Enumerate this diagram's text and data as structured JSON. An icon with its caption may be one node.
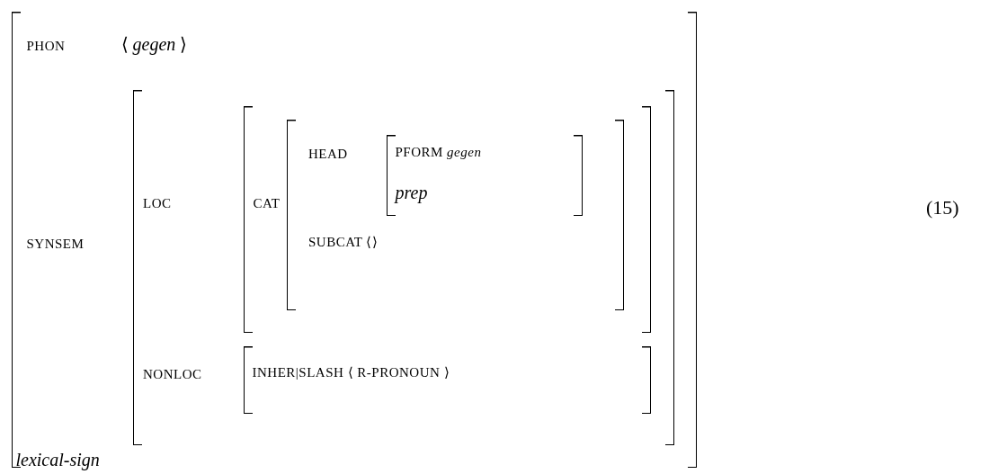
{
  "diagram": {
    "nodes": [
      {
        "text": [
          "PHON",
          "⟨ *gegen* ⟩",
          "SYNSEM",
          "lexical-sign"
        ]
      },
      {
        "text": [
          "LOC",
          "NONLOC"
        ],
        "in": 0
      },
      {
        "text": [
          "CAT"
        ],
        "in": 1
      },
      {
        "text": [
          "HEAD",
          "SUBCAT ⟨⟩"
        ],
        "in": 2
      },
      {
        "text": [
          "PFORM *gegen*",
          "prep"
        ],
        "in": 3
      },
      {
        "text": [
          "INHER|SLASH ⟨ R-PRONOUN ⟩"
        ],
        "in": 1
      }
    ],
    "labels": [
      "(15)"
    ]
  }
}
